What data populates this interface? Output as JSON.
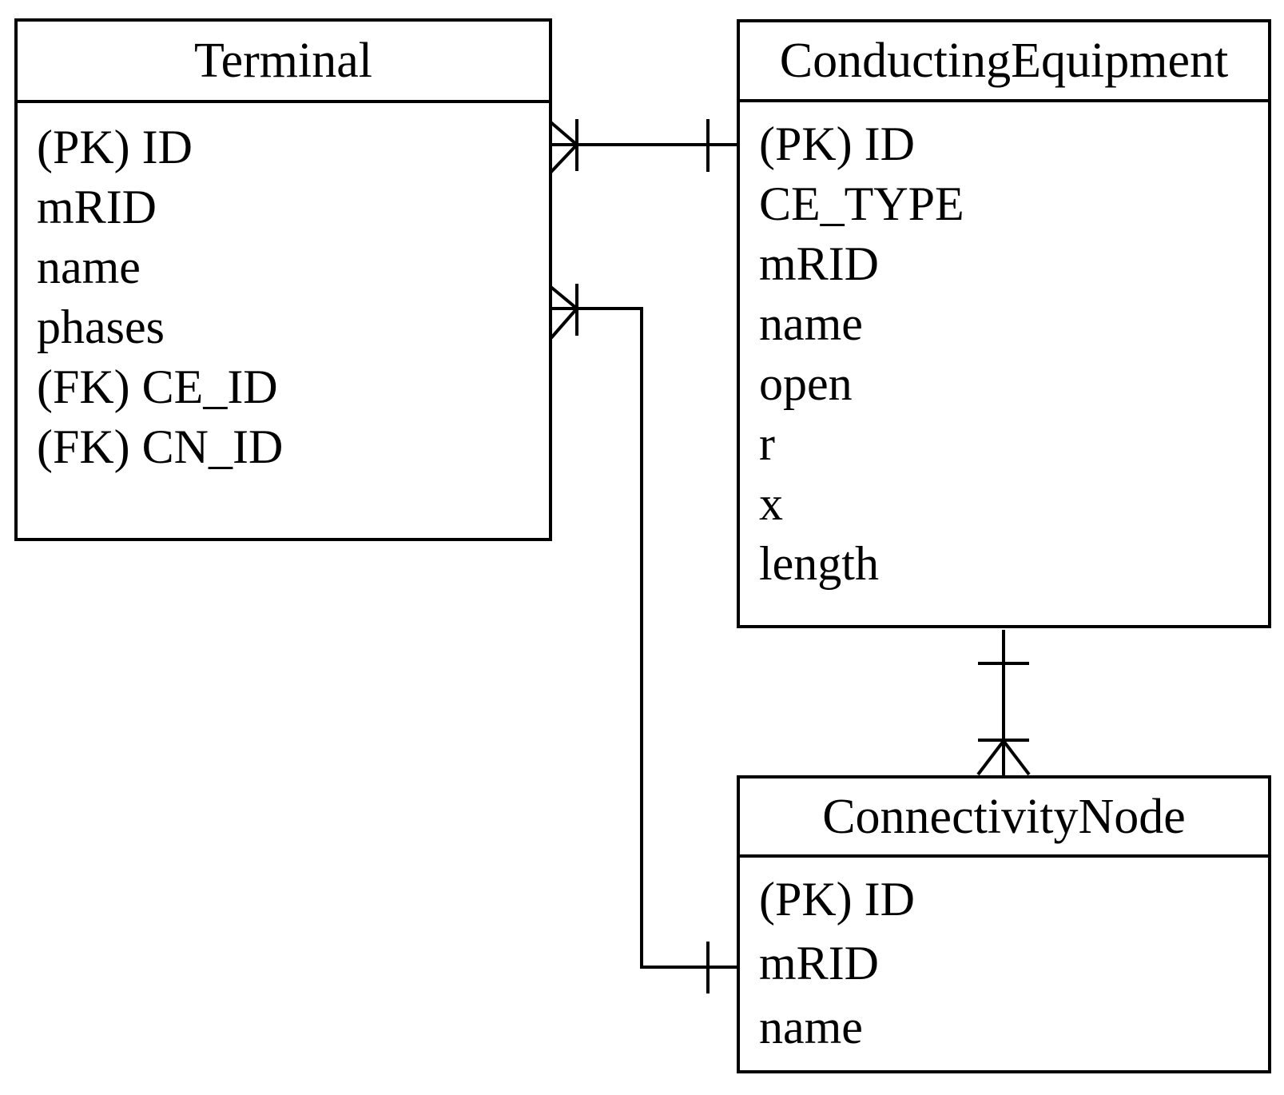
{
  "colors": {
    "background": "#ffffff",
    "line": "#000000",
    "text": "#000000"
  },
  "tables": [
    {
      "id": "terminal",
      "title": "Terminal",
      "fields": [
        "(PK) ID",
        "mRID",
        "name",
        "phases",
        "(FK) CE_ID",
        "(FK) CN_ID"
      ]
    },
    {
      "id": "conducting-equipment",
      "title": "ConductingEquipment",
      "fields": [
        "(PK) ID",
        "CE_TYPE",
        "mRID",
        "name",
        "open",
        "r",
        "x",
        "length"
      ]
    },
    {
      "id": "connectivity-node",
      "title": "ConnectivityNode",
      "fields": [
        "(PK) ID",
        "mRID",
        "name"
      ]
    }
  ],
  "relationships": [
    {
      "from": "Terminal",
      "to": "ConductingEquipment",
      "from_cardinality": "many (crow's foot with bar)",
      "to_cardinality": "one (tick)"
    },
    {
      "from": "Terminal",
      "to": "ConnectivityNode",
      "from_cardinality": "many (crow's foot with bar)",
      "to_cardinality": "one (tick)"
    },
    {
      "from": "ConductingEquipment",
      "to": "ConnectivityNode",
      "from_cardinality": "one (tick)",
      "to_cardinality": "one or many (bar and crow's foot)"
    }
  ]
}
